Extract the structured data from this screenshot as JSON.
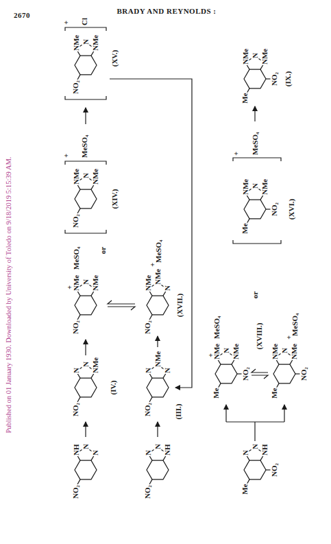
{
  "diagram": {
    "labels": [
      "2670",
      "BRADY AND REYNOLDS :",
      "Published on 01 January 1930. Downloaded by University of Toledo on 9/18/2019 5:15:39 AM.",
      "NO₂",
      "NH",
      "N",
      "N",
      "NO₂",
      "N",
      "N",
      "NMe",
      "(IV.)",
      "NO₂",
      "+",
      "NMe",
      "MeSO₄",
      "N",
      "NMe",
      "or",
      "NO₂",
      "NMe",
      "N",
      "NMe",
      "+",
      "MeSO₄",
      "(XIV.)",
      "NO₂",
      "NMe",
      "N",
      "NMe",
      "+",
      "Cl",
      "(XV.)",
      "NO₂",
      "N",
      "N",
      "NH",
      "NO₂",
      "N",
      "NMe",
      "N",
      "(III.)",
      "NO₂",
      "NMe",
      "NMe",
      "+",
      "MeSO₄",
      "N",
      "(XVII.)",
      "Me",
      "N",
      "N",
      "NO₂",
      "NH",
      "Me",
      "+",
      "NMe",
      "MeSO₄",
      "N",
      "NO₂",
      "NMe",
      "(XVIII.)",
      "Me",
      "NMe",
      "N",
      "NO₂",
      "NMe",
      "+",
      "MeSO₄",
      "or",
      "Me",
      "NMe",
      "N",
      "NO₂",
      "NMe",
      "+",
      "MeSO₄",
      "(XVI.)",
      "Me",
      "NMe",
      "N",
      "NO₂",
      "NMe",
      "(IX.)"
    ]
  }
}
